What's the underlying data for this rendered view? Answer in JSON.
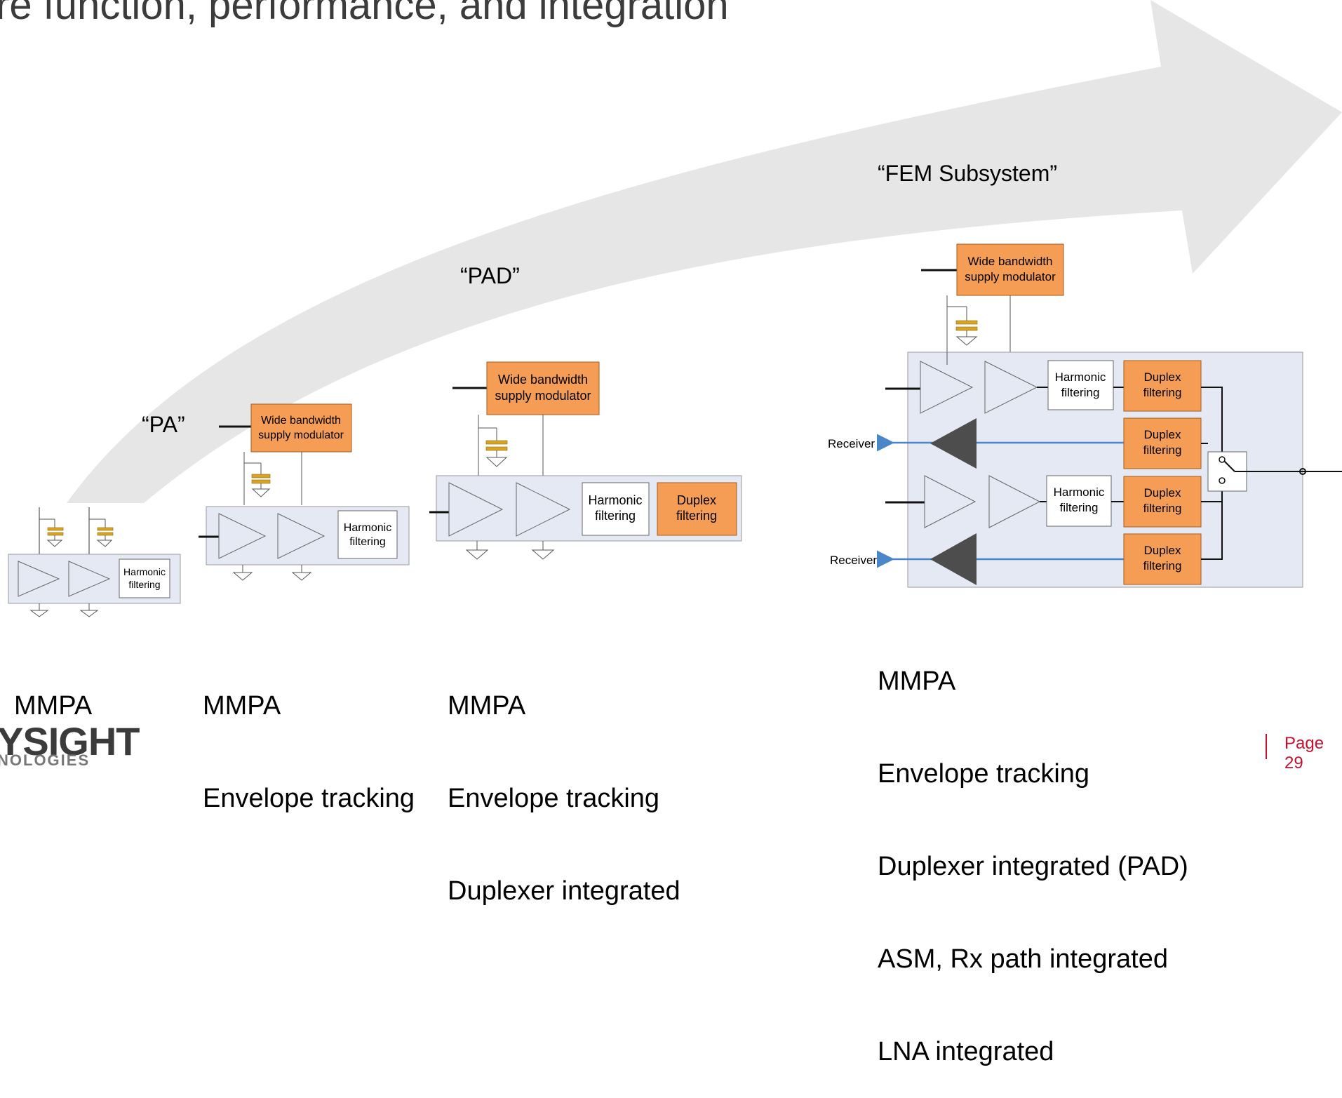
{
  "heading": "re function, performance, and integration",
  "stages": [
    {
      "quote": "“PA”",
      "caption": [
        "MMPA"
      ]
    },
    {
      "caption": [
        "MMPA",
        "Envelope tracking"
      ]
    },
    {
      "quote": "“PAD”",
      "caption": [
        "MMPA",
        "Envelope tracking",
        "Duplexer integrated"
      ]
    },
    {
      "quote": "“FEM Subsystem”",
      "caption": [
        "MMPA",
        "Envelope tracking",
        "Duplexer integrated (PAD)",
        "ASM, Rx path integrated",
        "LNA integrated"
      ]
    }
  ],
  "blocks": {
    "modulator": [
      "Wide bandwidth",
      "supply modulator"
    ],
    "harmonic": [
      "Harmonic",
      "filtering"
    ],
    "duplex": [
      "Duplex",
      "filtering"
    ],
    "receiver": "Receiver"
  },
  "logo": {
    "main": "YSIGHT",
    "sub": "NOLOGIES"
  },
  "page_label": "Page 29",
  "colors": {
    "arrow": "#e6e6e6",
    "orange": "#f59d55",
    "chip": "#e4e9f4",
    "rx_line": "#4a86c8",
    "accent": "#c8102e"
  }
}
